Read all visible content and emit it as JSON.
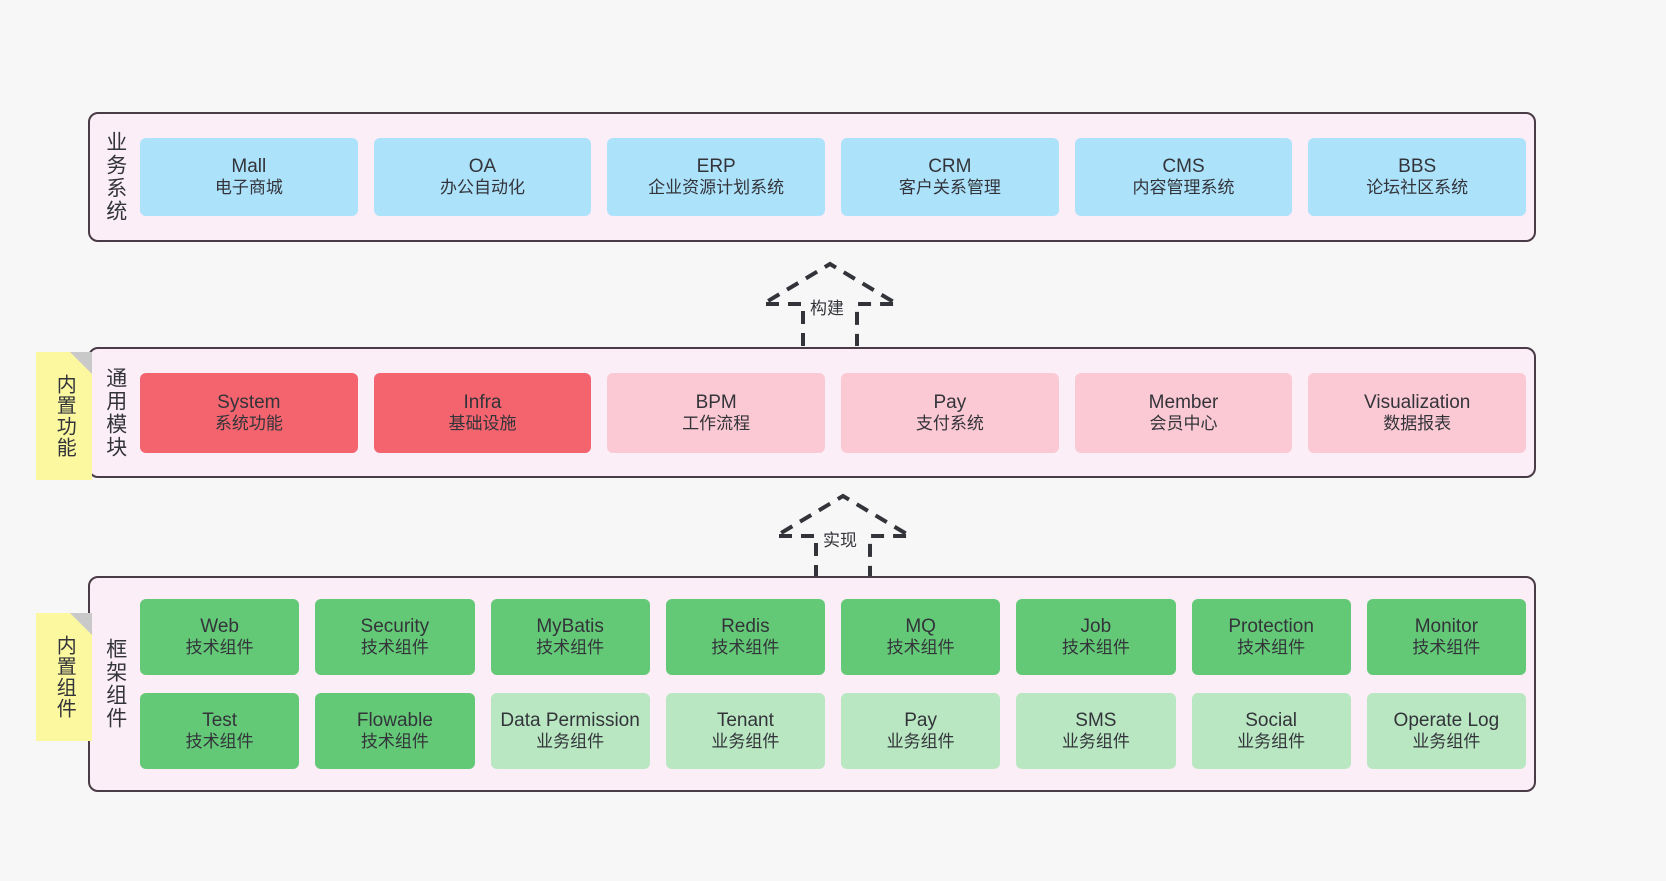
{
  "diagram": {
    "background": "#f7f7f7",
    "layer_fill": "#fbeef7",
    "layer_border": "#4a3b47",
    "colors": {
      "business": "#ade2fb",
      "module_strong": "#f4646e",
      "module_soft": "#fbc9d4",
      "component_tech": "#63c977",
      "component_biz": "#b9e7c2",
      "note": "#fbf8a0"
    }
  },
  "layers": [
    {
      "id": "business-systems",
      "title": "业务系统",
      "rows": [
        {
          "items": [
            {
              "name": "Mall",
              "desc": "电子商城",
              "style": "business"
            },
            {
              "name": "OA",
              "desc": "办公自动化",
              "style": "business"
            },
            {
              "name": "ERP",
              "desc": "企业资源计划系统",
              "style": "business"
            },
            {
              "name": "CRM",
              "desc": "客户关系管理",
              "style": "business"
            },
            {
              "name": "CMS",
              "desc": "内容管理系统",
              "style": "business"
            },
            {
              "name": "BBS",
              "desc": "论坛社区系统",
              "style": "business"
            }
          ]
        }
      ]
    },
    {
      "id": "common-modules",
      "title": "通用模块",
      "note": "内置功能",
      "rows": [
        {
          "items": [
            {
              "name": "System",
              "desc": "系统功能",
              "style": "module_strong"
            },
            {
              "name": "Infra",
              "desc": "基础设施",
              "style": "module_strong"
            },
            {
              "name": "BPM",
              "desc": "工作流程",
              "style": "module_soft"
            },
            {
              "name": "Pay",
              "desc": "支付系统",
              "style": "module_soft"
            },
            {
              "name": "Member",
              "desc": "会员中心",
              "style": "module_soft"
            },
            {
              "name": "Visualization",
              "desc": "数据报表",
              "style": "module_soft"
            }
          ]
        }
      ]
    },
    {
      "id": "framework-components",
      "title": "框架组件",
      "note": "内置组件",
      "rows": [
        {
          "items": [
            {
              "name": "Web",
              "desc": "技术组件",
              "style": "component_tech"
            },
            {
              "name": "Security",
              "desc": "技术组件",
              "style": "component_tech"
            },
            {
              "name": "MyBatis",
              "desc": "技术组件",
              "style": "component_tech"
            },
            {
              "name": "Redis",
              "desc": "技术组件",
              "style": "component_tech"
            },
            {
              "name": "MQ",
              "desc": "技术组件",
              "style": "component_tech"
            },
            {
              "name": "Job",
              "desc": "技术组件",
              "style": "component_tech"
            },
            {
              "name": "Protection",
              "desc": "技术组件",
              "style": "component_tech"
            },
            {
              "name": "Monitor",
              "desc": "技术组件",
              "style": "component_tech"
            }
          ]
        },
        {
          "items": [
            {
              "name": "Test",
              "desc": "技术组件",
              "style": "component_tech"
            },
            {
              "name": "Flowable",
              "desc": "技术组件",
              "style": "component_tech"
            },
            {
              "name": "Data Permission",
              "desc": "业务组件",
              "style": "component_biz"
            },
            {
              "name": "Tenant",
              "desc": "业务组件",
              "style": "component_biz"
            },
            {
              "name": "Pay",
              "desc": "业务组件",
              "style": "component_biz"
            },
            {
              "name": "SMS",
              "desc": "业务组件",
              "style": "component_biz"
            },
            {
              "name": "Social",
              "desc": "业务组件",
              "style": "component_biz"
            },
            {
              "name": "Operate Log",
              "desc": "业务组件",
              "style": "component_biz"
            }
          ]
        }
      ]
    }
  ],
  "arrows": [
    {
      "id": "arrow-build",
      "label": "构建"
    },
    {
      "id": "arrow-implement",
      "label": "实现"
    }
  ]
}
